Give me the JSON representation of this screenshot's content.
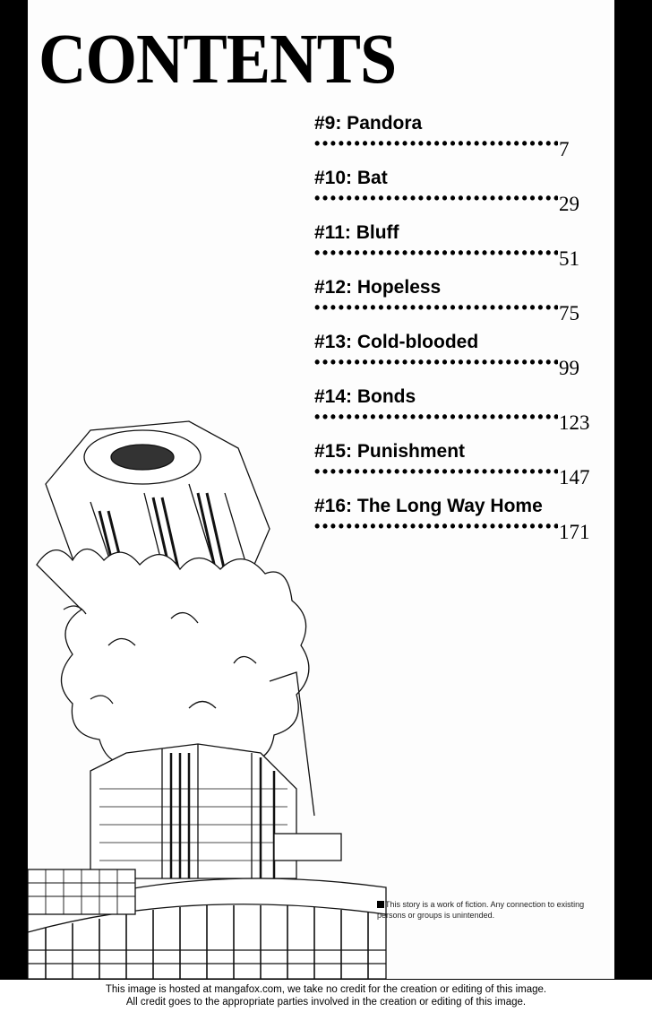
{
  "title": "CONTENTS",
  "toc": [
    {
      "name": "#9: Pandora",
      "page": "7"
    },
    {
      "name": "#10: Bat",
      "page": "29"
    },
    {
      "name": "#11: Bluff",
      "page": "51"
    },
    {
      "name": "#12: Hopeless",
      "page": "75"
    },
    {
      "name": "#13: Cold-blooded",
      "page": "99"
    },
    {
      "name": "#14: Bonds",
      "page": "123"
    },
    {
      "name": "#15: Punishment",
      "page": "147"
    },
    {
      "name": "#16: The Long Way Home",
      "page": "171"
    }
  ],
  "dots": "•••••••••••••••••••••••••••••••••••••",
  "note": "This story is a work of fiction. Any connection to existing persons or groups is unintended.",
  "footer": {
    "line1": "This image is hosted at mangafox.com, we take no credit for the creation or editing of this image.",
    "line2": "All credit goes to the appropriate parties involved in the creation or editing of this image."
  }
}
